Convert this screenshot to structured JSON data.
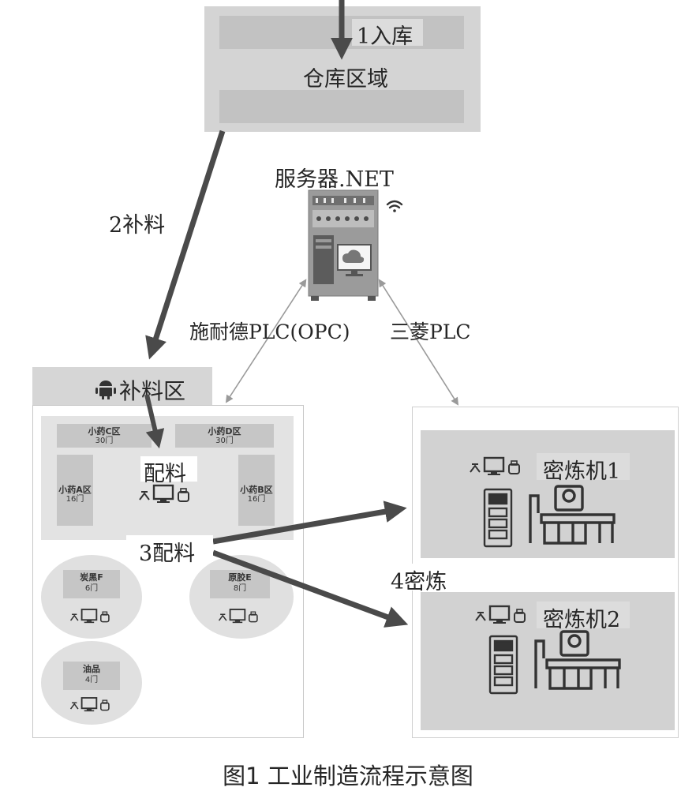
{
  "warehouse": {
    "step_label": "1入库",
    "title": "仓库区域"
  },
  "server": {
    "title": "服务器.NET"
  },
  "links": {
    "replenish_label": "2补料",
    "schneider_label": "施耐德PLC(OPC)",
    "mitsubishi_label": "三菱PLC",
    "batching_label": "3配料",
    "mixing_label": "4密炼"
  },
  "replenish_area": {
    "title": "补料区",
    "icon": "android-icon",
    "batching_label": "配料",
    "zones": [
      {
        "name": "小药C区",
        "doors": "30门"
      },
      {
        "name": "小药D区",
        "doors": "30门"
      },
      {
        "name": "小药A区",
        "doors": "16门"
      },
      {
        "name": "小药B区",
        "doors": "16门"
      },
      {
        "name": "炭黑F",
        "doors": "6门"
      },
      {
        "name": "原胶E",
        "doors": "8门"
      },
      {
        "name": "油品",
        "doors": "4门"
      }
    ]
  },
  "mixers": [
    {
      "label": "密炼机1"
    },
    {
      "label": "密炼机2"
    }
  ],
  "caption": "图1 工业制造流程示意图",
  "colors": {
    "warehouse_fill": "#d4d4d4",
    "warehouse_band": "#c4c4c4",
    "area_fill": "#dedede",
    "mixer_fill": "#d2d2d2",
    "arrow_dark": "#4a4a4a",
    "arrow_light": "#9a9a9a"
  }
}
